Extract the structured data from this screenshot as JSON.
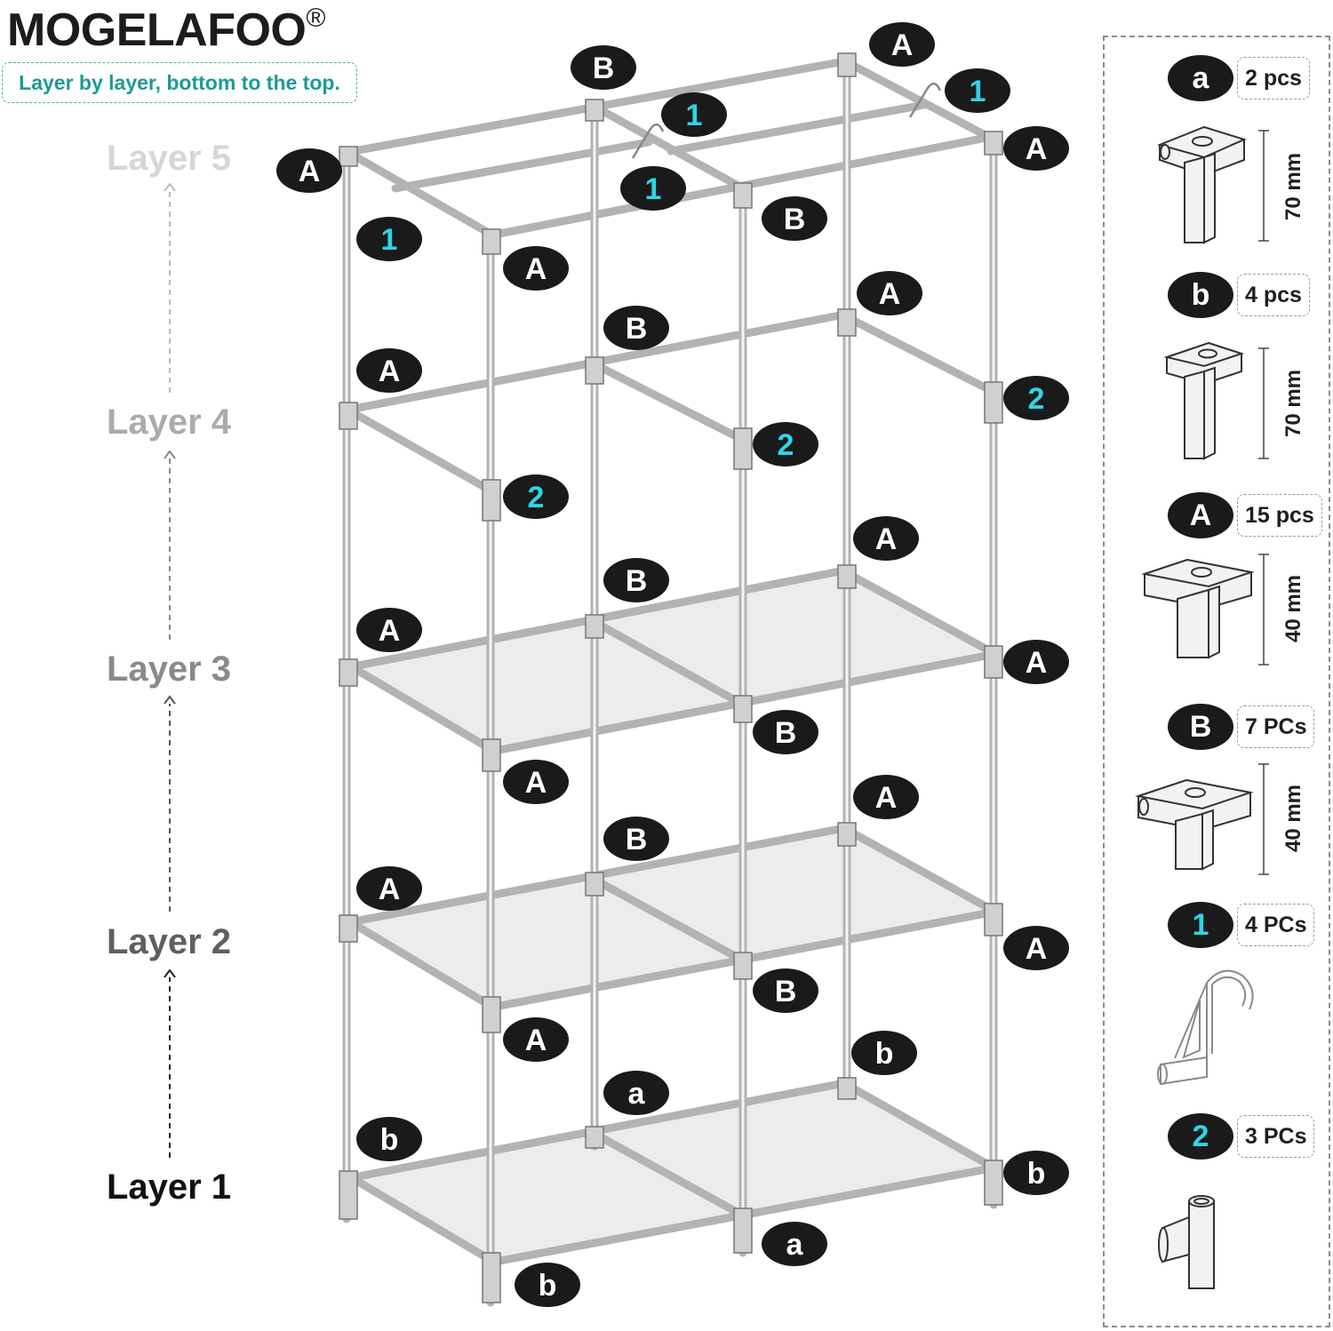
{
  "brand": {
    "name": "MOGELAFOO",
    "mark": "®"
  },
  "subtitle": "Layer by layer, bottom to the top.",
  "layers": [
    "Layer 5",
    "Layer 4",
    "Layer 3",
    "Layer 2",
    "Layer 1"
  ],
  "callouts": {
    "A": "A",
    "B": "B",
    "a": "a",
    "b": "b",
    "one": "1",
    "two": "2"
  },
  "parts": [
    {
      "id": "a",
      "qty": "2 pcs",
      "dim": "70 mm"
    },
    {
      "id": "b",
      "qty": "4 pcs",
      "dim": "70 mm"
    },
    {
      "id": "A",
      "qty": "15 pcs",
      "dim": "40 mm"
    },
    {
      "id": "B",
      "qty": "7 PCs",
      "dim": "40 mm"
    },
    {
      "id": "1",
      "qty": "4 PCs"
    },
    {
      "id": "2",
      "qty": "3 PCs"
    }
  ],
  "colors": {
    "pill_bg": "#1a1a1a",
    "cyan_text": "#2fd4e8",
    "teal_accent": "#1e9a97",
    "frame": "#b9b9b9",
    "shelf": "#ebebeb"
  }
}
